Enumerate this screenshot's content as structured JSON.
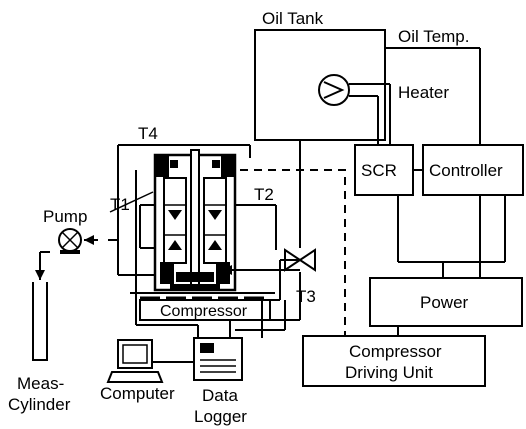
{
  "labels": {
    "oil_tank": "Oil Tank",
    "oil_temp": "Oil Temp.",
    "heater": "Heater",
    "scr": "SCR",
    "controller": "Controller",
    "power": "Power",
    "compressor_driving_unit_line1": "Compressor",
    "compressor_driving_unit_line2": "Driving Unit",
    "compressor": "Compressor",
    "t1": "T1",
    "t2": "T2",
    "t3": "T3",
    "t4": "T4",
    "pump": "Pump",
    "meas_cylinder_line1": "Meas-",
    "meas_cylinder_line2": "Cylinder",
    "computer": "Computer",
    "data_logger_line1": "Data",
    "data_logger_line2": "Logger"
  },
  "colors": {
    "stroke": "#000000",
    "background": "#ffffff"
  }
}
